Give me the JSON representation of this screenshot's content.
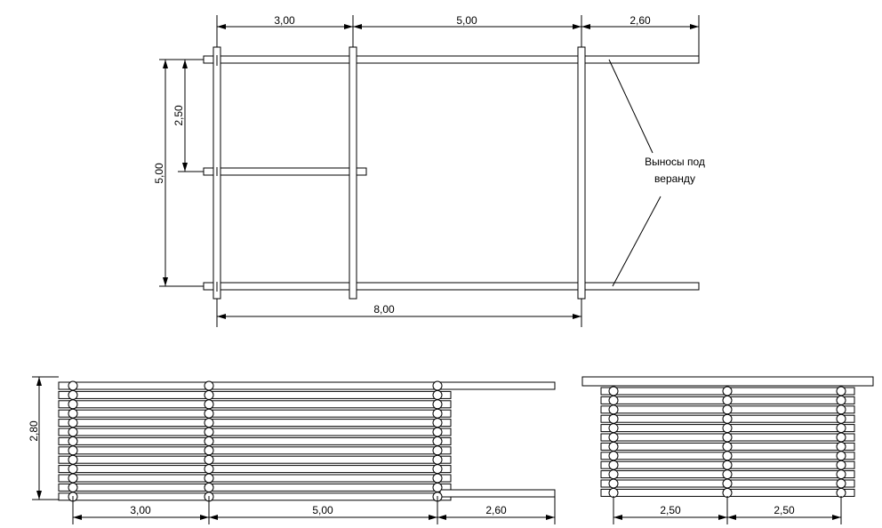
{
  "plan": {
    "dims": {
      "top_left": "3,00",
      "top_mid": "5,00",
      "top_right": "2,60",
      "bottom_total": "8,00",
      "left_outer": "5,00",
      "left_inner": "2,50"
    },
    "annotation_lines": [
      "Выносы под",
      "веранду"
    ]
  },
  "side_view": {
    "height": "2,80",
    "dims": [
      "3,00",
      "5,00",
      "2,60"
    ]
  },
  "end_view": {
    "dims": [
      "2,50",
      "2,50"
    ]
  }
}
